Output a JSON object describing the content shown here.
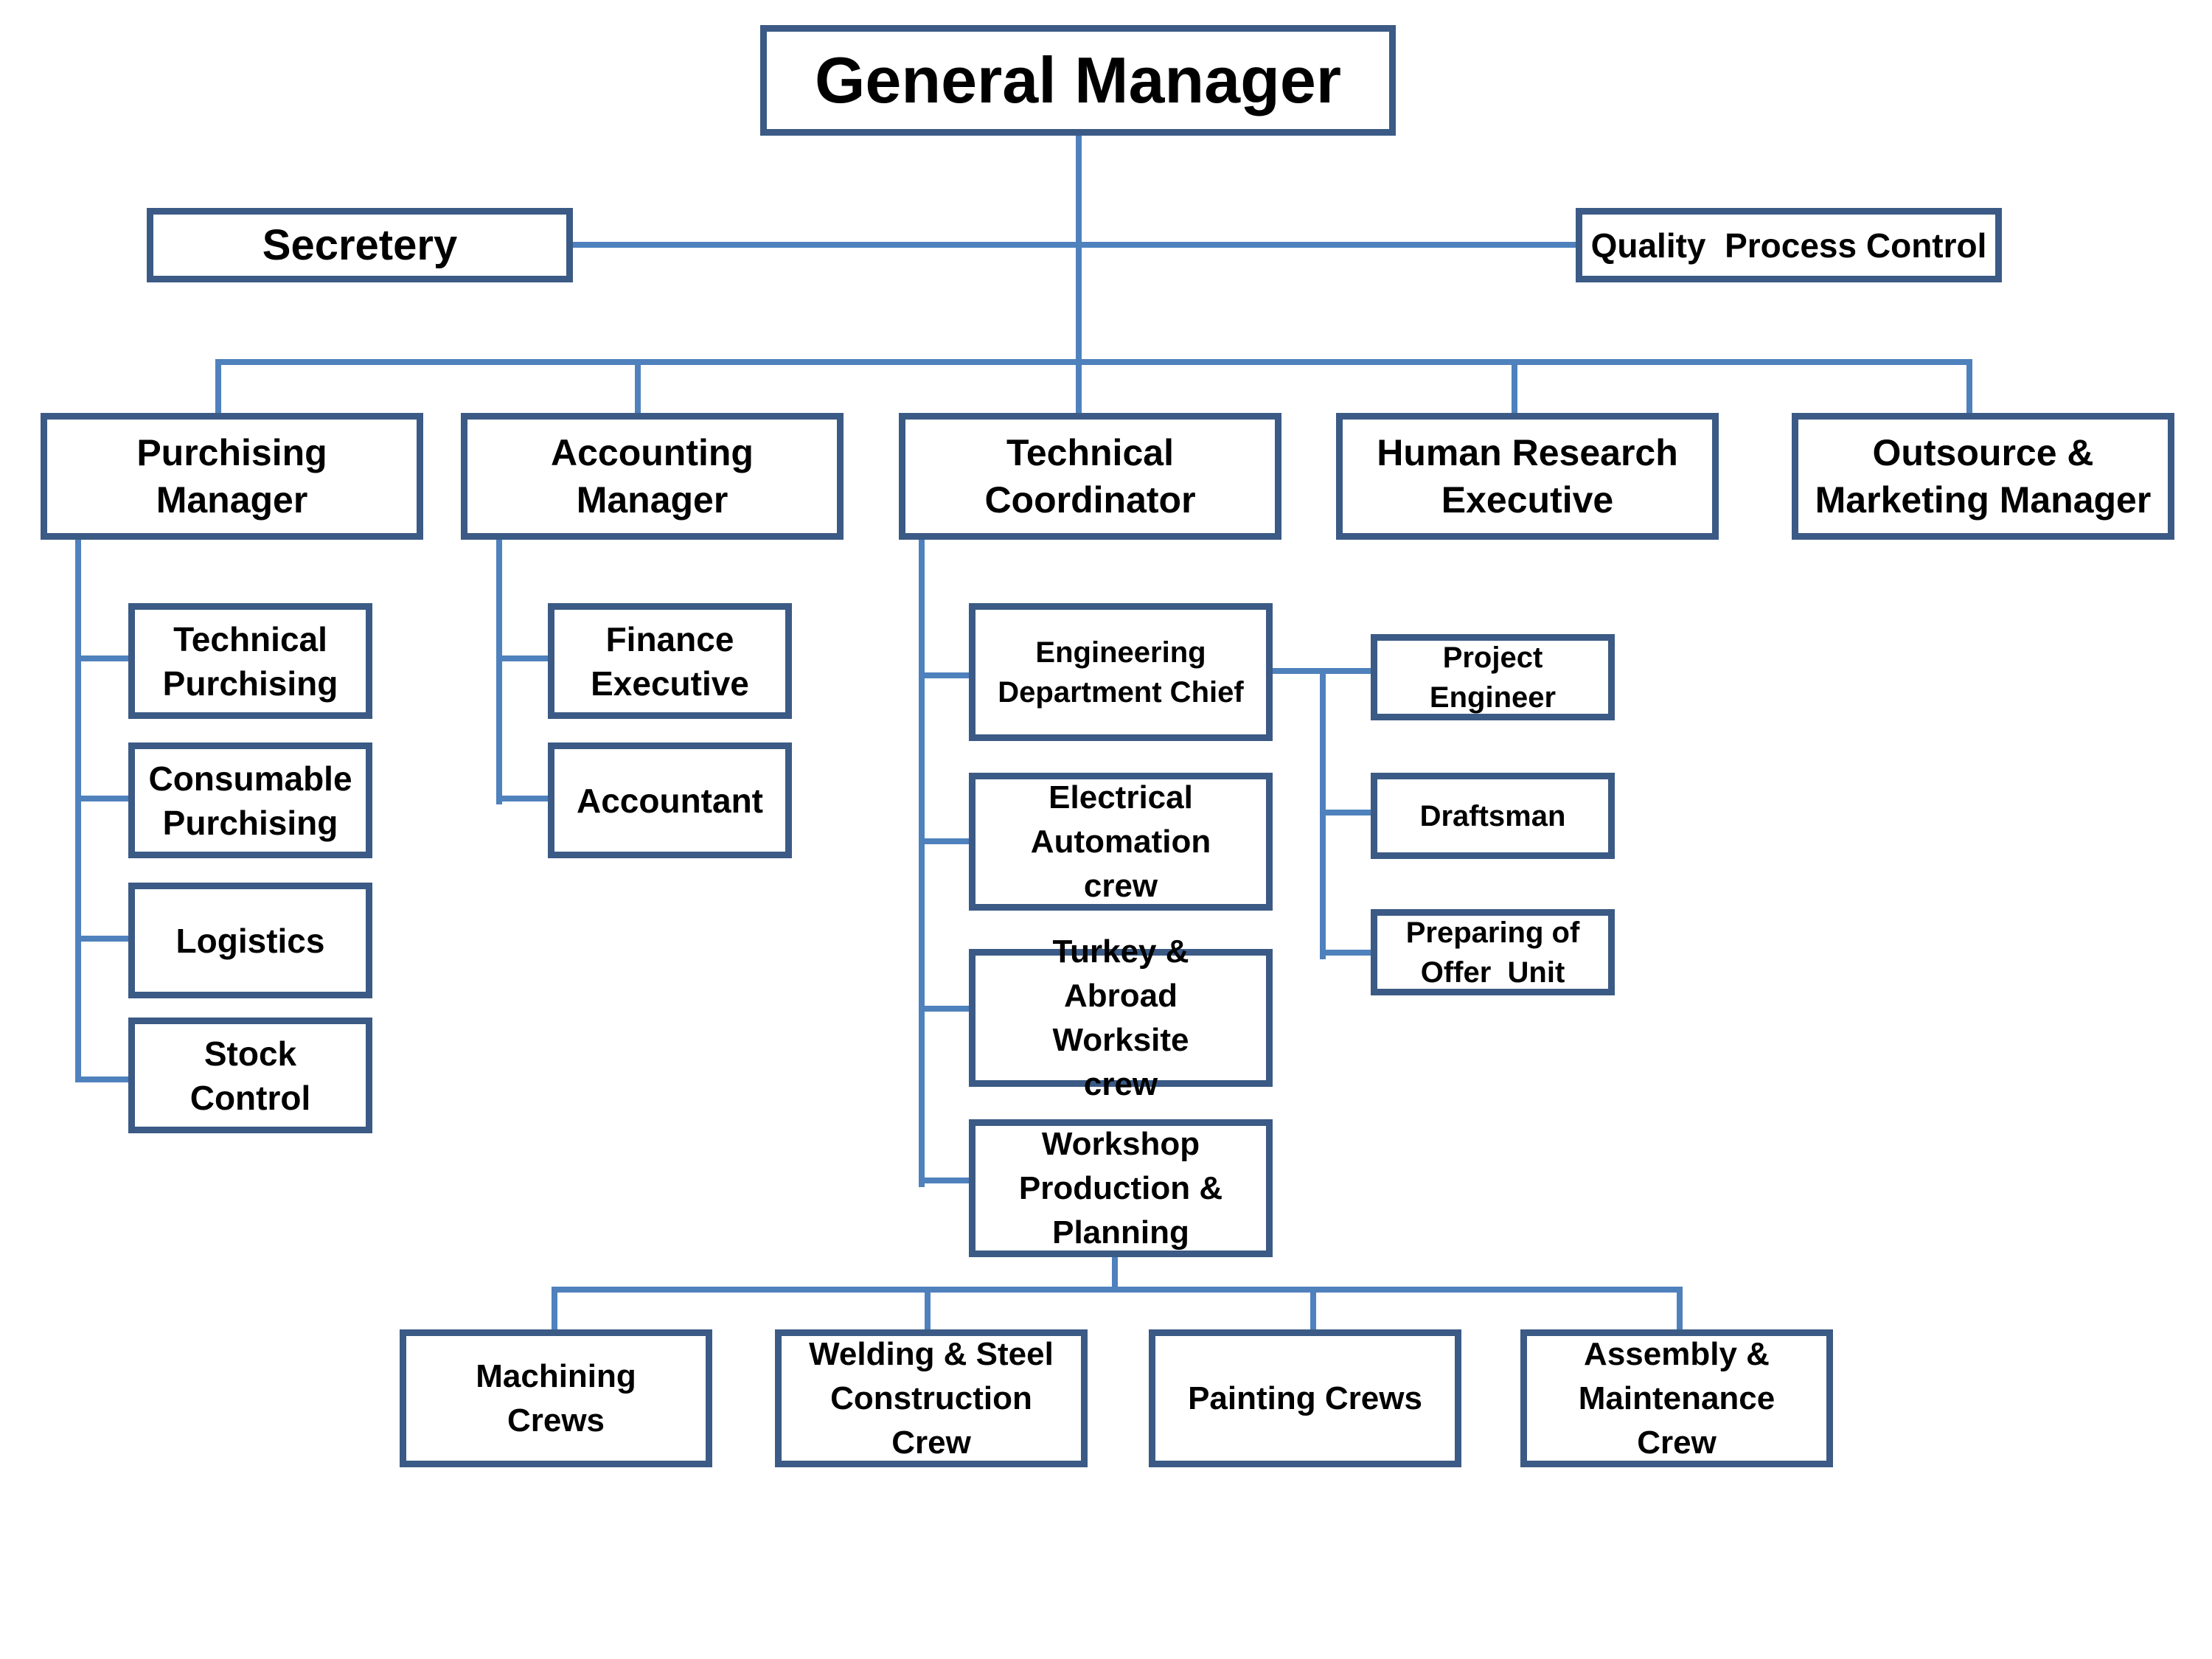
{
  "colors": {
    "connector": "#4f81bd",
    "box_border": "#3b5a85",
    "text": "#000000",
    "background": "#ffffff"
  },
  "nodes": {
    "general_manager": "General Manager",
    "secretary": "Secretery",
    "quality_process_control": "Quality  Process Control",
    "purchasing_manager": "Purchising Manager",
    "accounting_manager": "Accounting Manager",
    "technical_coordinator": "Technical Coordinator",
    "human_research_executive": "Human Research Executive",
    "outsource_marketing_manager": "Outsource & Marketing Manager",
    "technical_purchasing": "Technical Purchising",
    "consumable_purchasing": "Consumable Purchising",
    "logistics": "Logistics",
    "stock_control": "Stock Control",
    "finance_executive": "Finance Executive",
    "accountant": "Accountant",
    "engineering_department_chief": "Engineering Department Chief",
    "electrical_automation_crew": "Electrical Automation crew",
    "turkey_abroad_worksite_crew": "Turkey & Abroad Worksite crew",
    "workshop_production_planning": "Workshop Production & Planning",
    "project_engineer": "Project Engineer",
    "draftsman": "Draftsman",
    "preparing_offer_unit": "Preparing of Offer  Unit",
    "machining_crews": "Machining Crews",
    "welding_steel_construction_crew": "Welding & Steel Construction Crew",
    "painting_crews": "Painting Crews",
    "assembly_maintenance_crew": "Assembly & Maintenance Crew"
  }
}
